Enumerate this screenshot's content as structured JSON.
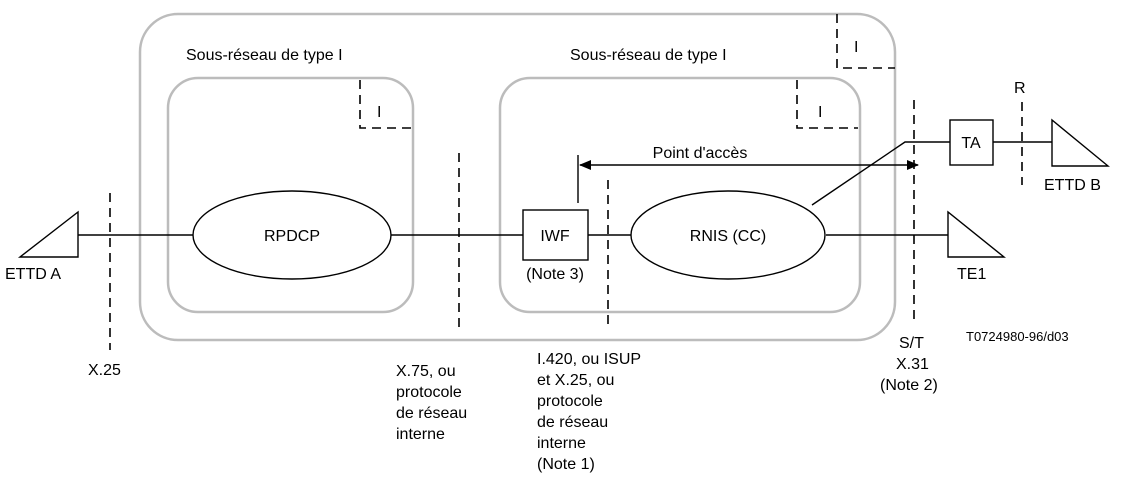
{
  "subnetworks": {
    "outer_marker": "I",
    "left_title": "Sous-réseau de type I",
    "left_marker": "I",
    "right_title": "Sous-réseau de type I",
    "right_marker": "I"
  },
  "nodes": {
    "rpdcp": "RPDCP",
    "rnis": "RNIS (CC)",
    "iwf": "IWF",
    "iwf_note": "(Note 3)",
    "ta": "TA"
  },
  "terminals": {
    "ettd_a": "ETTD A",
    "ettd_b": "ETTD B",
    "te1": "TE1"
  },
  "access_point": "Point d'accès",
  "reference_points": {
    "r": "R",
    "x25": "X.25",
    "x75": [
      "X.75, ou",
      "protocole",
      "de réseau",
      "interne"
    ],
    "i420": [
      "I.420, ou ISUP",
      "et X.25, ou",
      "protocole",
      "de réseau",
      "interne",
      "(Note 1)"
    ],
    "st": [
      "S/T",
      "X.31",
      "(Note 2)"
    ]
  },
  "figure_ref": "T0724980-96/d03"
}
